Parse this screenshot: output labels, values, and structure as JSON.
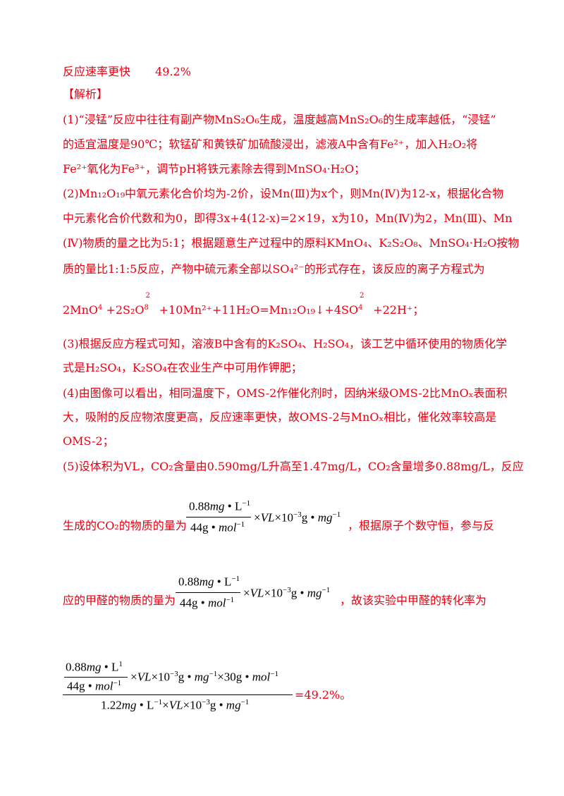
{
  "lines": {
    "l1a": "反应速率更快",
    "l1b": "49.2%",
    "l2": "【解析】",
    "l3": "(1)“浸锰”反应中往往有副产物MnS₂O₆生成，温度越高MnS₂O₆的生成率越低，“浸锰”",
    "l4": "的适宜温度是90℃；软锰矿和黄铁矿加硫酸浸出，滤液A中含有Fe²⁺，加入H₂O₂将",
    "l5": "Fe²⁺氧化为Fe³⁺，调节pH将铁元素除去得到MnSO₄·H₂O；",
    "l6": "(2)Mn₁₂O₁₉中氧元素化合价均为-2价，设Mn(Ⅲ)为x个，则Mn(Ⅳ)为12-x，根据化合物",
    "l7": "中元素化合价代数和为0，即得3x+4(12-x)=2×19，x为10，Mn(Ⅳ)为2，Mn(Ⅲ)、Mn",
    "l8": "(Ⅳ)物质的量之比为5:1；根据题意生产过程中的原料KMnO₄、K₂S₂O₈、MnSO₄·H₂O按物",
    "l9": "质的量比1:1:5反应，产物中硫元素全部以SO₄²⁻的形式存在，该反应的离子方程式为",
    "eq": {
      "p1": "2MnO",
      "p1sup": "4",
      "p2": "+2S₂O",
      "p2top": "2",
      "p2sup": "8",
      "p3": "+10Mn²⁺+11H₂O=Mn₁₂O₁₉↓+4SO",
      "p3top": "2",
      "p3sup": "4",
      "p4": "+22H⁺；"
    },
    "l11": "(3)根据反应方程式可知，溶液B中含有的K₂SO₄、H₂SO₄，该工艺中循环使用的物质化学",
    "l12": "式是H₂SO₄，K₂SO₄在农业生产中可用作钾肥；",
    "l13": "(4)由图像可以看出，相同温度下，OMS-2作催化剂时，因纳米级OMS-2比MnOₓ表面积",
    "l14": "大，吸附的反应物浓度更高，反应速率更快，故OMS-2与MnOₓ相比，催化效率较高是",
    "l15": "OMS-2；",
    "l16": "(5)设体积为VL，CO₂含量由0.590mg/L升高至1.47mg/L，CO₂含量增多0.88mg/L，反应",
    "l17a": "生成的CO₂的物质的量为",
    "l17b": "，根据原子个数守恒，参与反",
    "l18a": "应的甲醛的物质的量为",
    "l18b": "，故该实验中甲醛的转化率为",
    "l19b": "=49.2%。"
  },
  "math": {
    "f1_num": "0.88mg • L",
    "f1_num_sup": "−1",
    "f1_den": "44g • mol",
    "f1_den_sup": "−1",
    "f1_tail": "×VL×10",
    "f1_tail_sup": "−3",
    "f1_tail2": "g • mg",
    "f1_tail2_sup": "−1",
    "f2_num": "0.88mg • L",
    "f2_num_sup": "−1",
    "f2_den": "44g • mol",
    "f2_den_sup": "−1",
    "f2_tail": "×VL×10",
    "f2_tail_sup": "−3",
    "f2_tail2": "g • mg",
    "f2_tail2_sup": "−1",
    "f3_inum": "0.88mg • L",
    "f3_inum_sup": "1",
    "f3_iden": "44g • mol",
    "f3_iden_sup": "−1",
    "f3_tail": "×VL×10",
    "f3_tail_sup": "−3",
    "f3_tail2": "g • mg",
    "f3_tail2_sup": "−1",
    "f3_tail3": "×30g • mol",
    "f3_tail3_sup": "−1",
    "f3_den": "1.22mg • L",
    "f3_den_sup": "−1",
    "f3_den2": "×VL×10",
    "f3_den2_sup": "−3",
    "f3_den3": "g • mg",
    "f3_den3_sup": "−1"
  }
}
